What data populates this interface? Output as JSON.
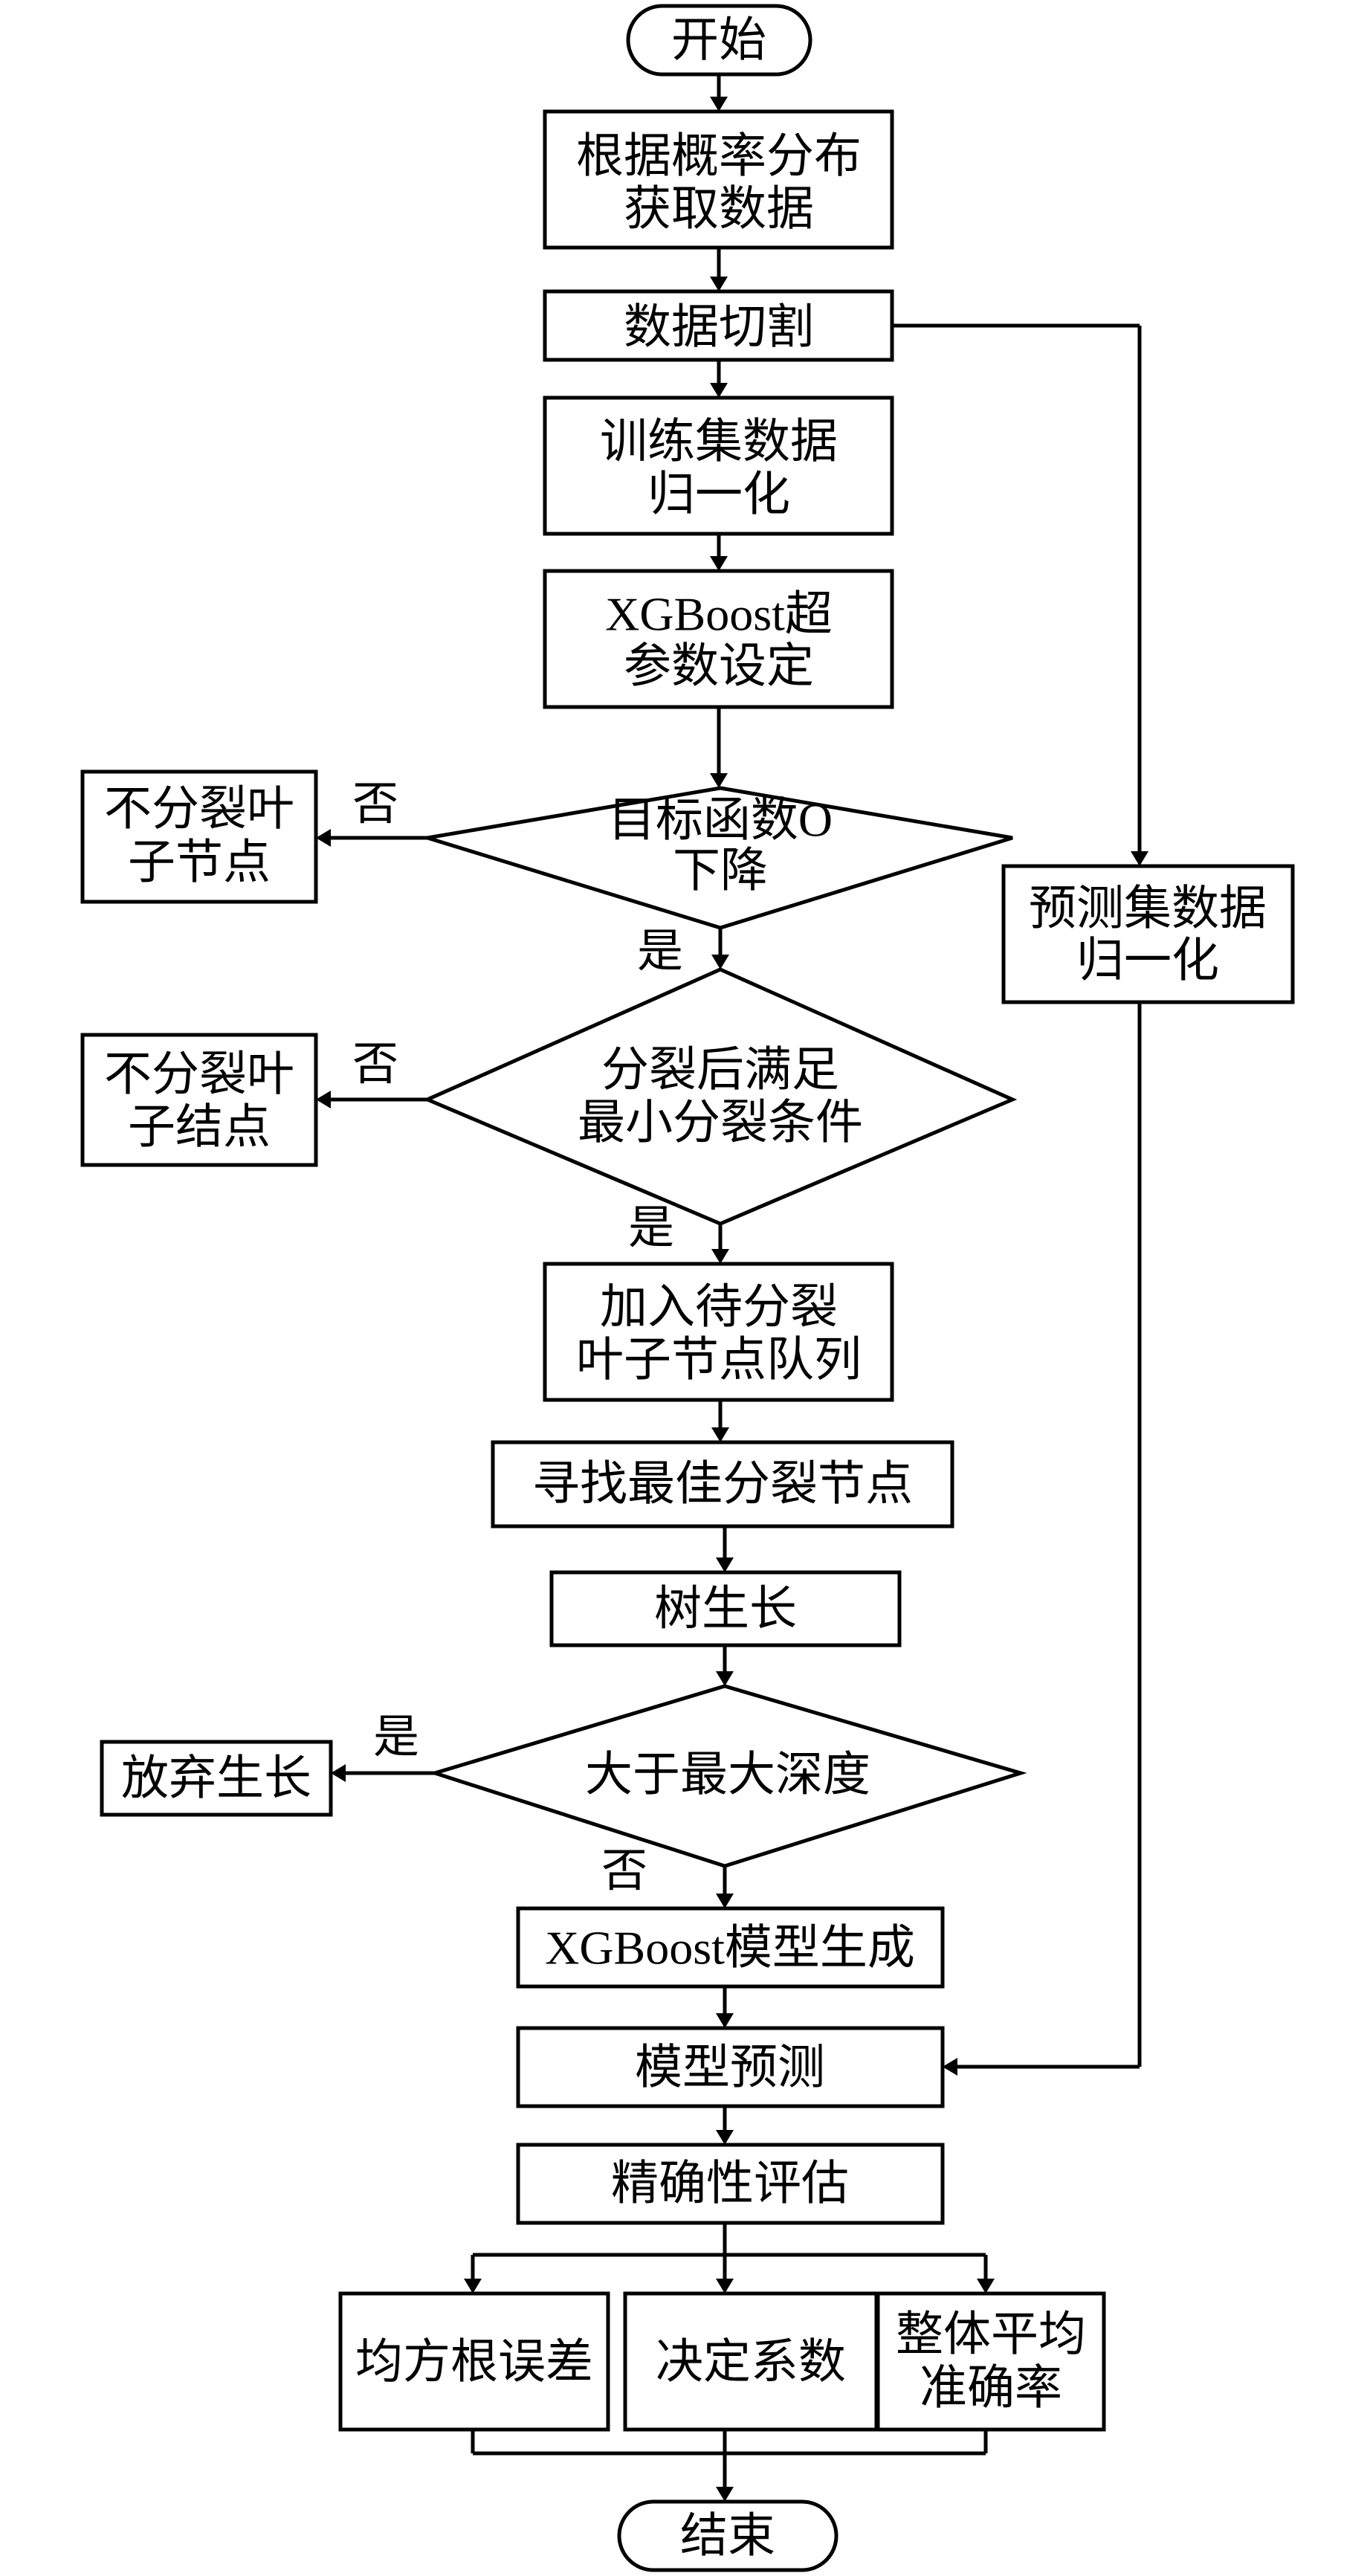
{
  "nodes": {
    "start": "开始",
    "get_data": [
      "根据概率分布",
      "获取数据"
    ],
    "split_data": "数据切割",
    "train_norm": [
      "训练集数据",
      "归一化"
    ],
    "hyper_params": [
      "XGBoost超",
      "参数设定"
    ],
    "decision_objective": [
      "目标函数O",
      "下降"
    ],
    "no_split_leaf_1": [
      "不分裂叶",
      "子节点"
    ],
    "predict_norm": [
      "预测集数据",
      "归一化"
    ],
    "decision_min_split": [
      "分裂后满足",
      "最小分裂条件"
    ],
    "no_split_leaf_2": [
      "不分裂叶",
      "子结点"
    ],
    "add_queue": [
      "加入待分裂",
      "叶子节点队列"
    ],
    "find_best_split": "寻找最佳分裂节点",
    "tree_grow": "树生长",
    "decision_max_depth": "大于最大深度",
    "give_up": "放弃生长",
    "model_gen": "XGBoost模型生成",
    "model_predict": "模型预测",
    "accuracy_eval": "精确性评估",
    "rmse": "均方根误差",
    "r2": "决定系数",
    "overall_acc": [
      "整体平均",
      "准确率"
    ],
    "end": "结束"
  },
  "edge_labels": {
    "objective_no": "否",
    "objective_yes": "是",
    "min_split_no": "否",
    "min_split_yes": "是",
    "max_depth_yes": "是",
    "max_depth_no": "否"
  }
}
